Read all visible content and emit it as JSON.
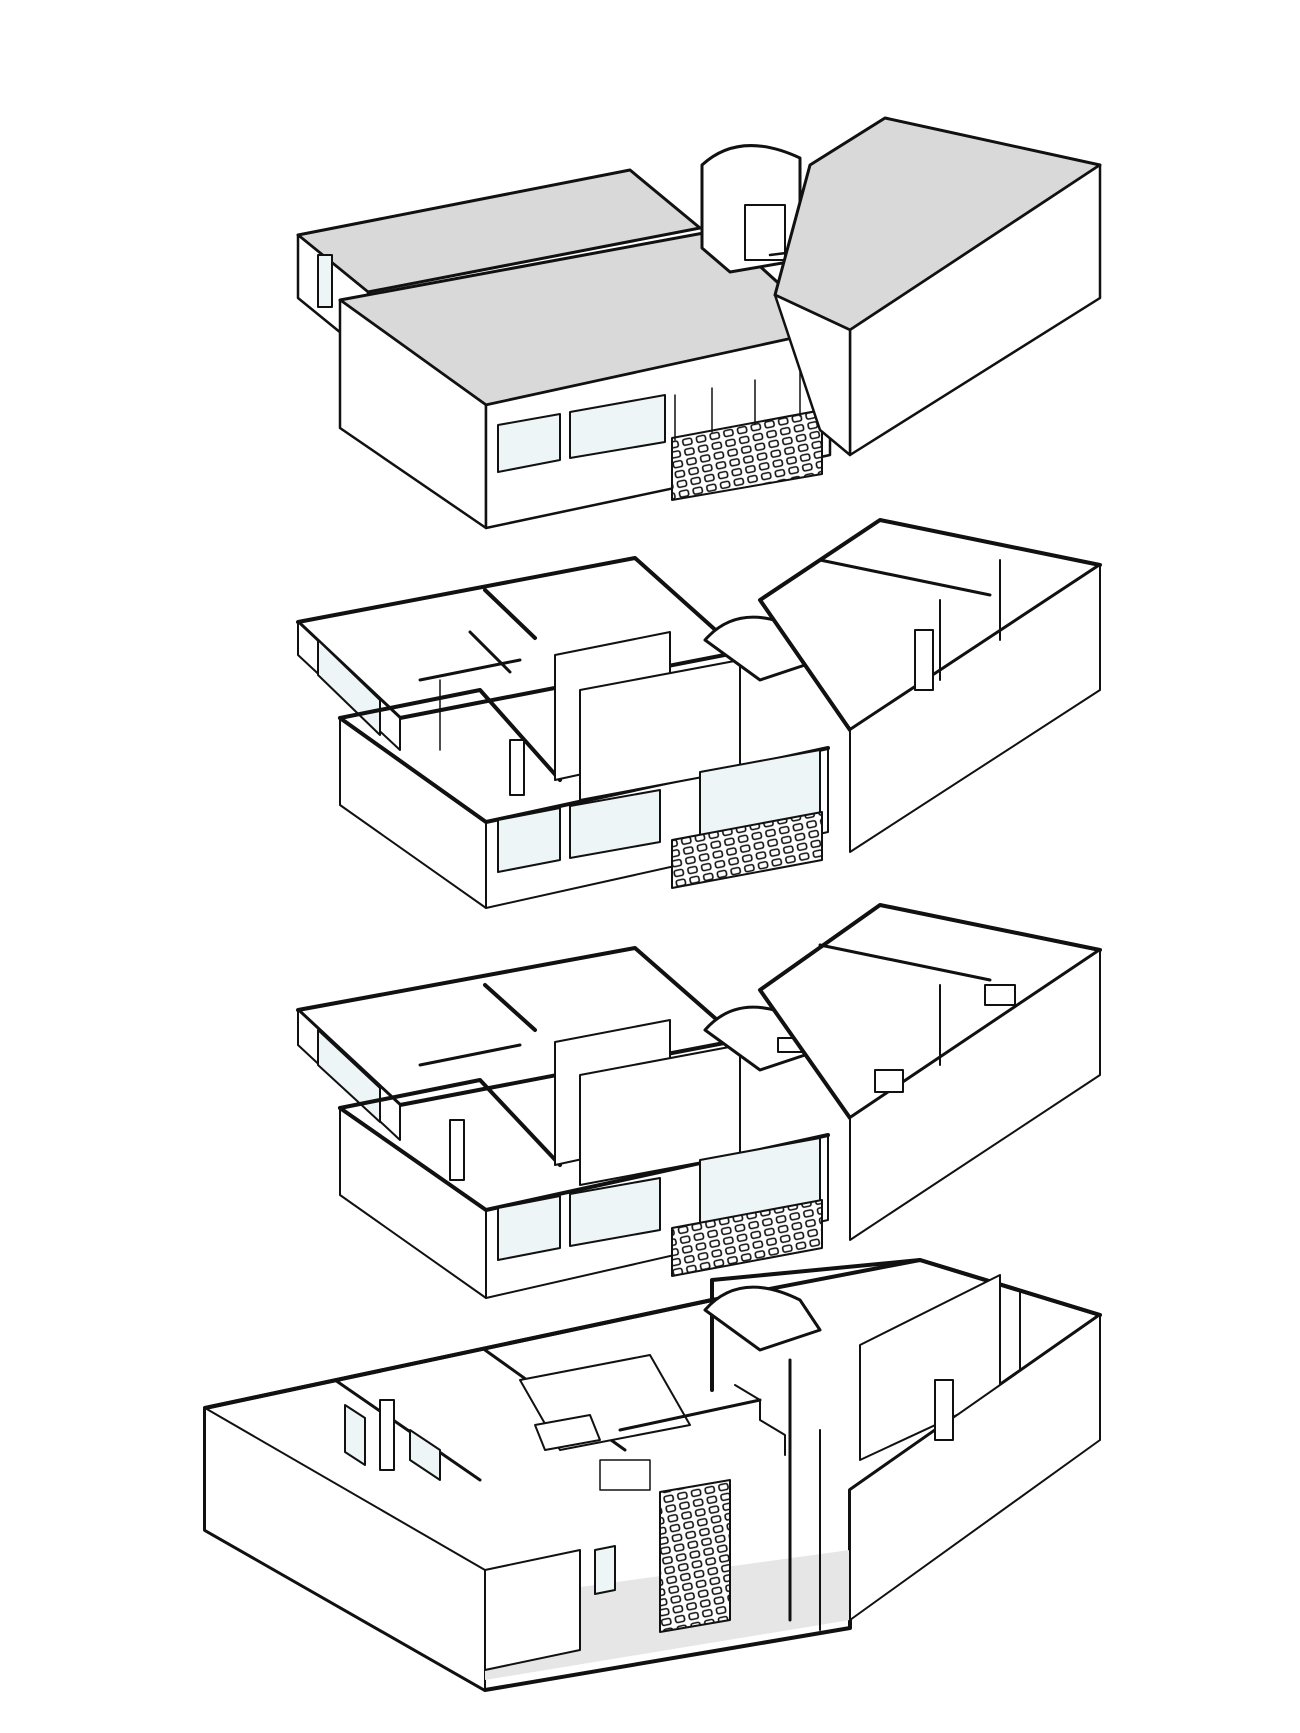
{
  "diagram": {
    "type": "exploded axonometric building drawing",
    "levels": [
      {
        "id": "roof",
        "kind": "roof"
      },
      {
        "id": "upper-floor",
        "kind": "floor"
      },
      {
        "id": "middle-floor",
        "kind": "floor"
      },
      {
        "id": "ground-floor",
        "kind": "floor"
      }
    ],
    "colors": {
      "line": "#111111",
      "roof_fill": "#d9d9d9",
      "wall_fill": "#ffffff",
      "glass_fill": "#eef5f6",
      "floor_fill": "#e6e6e6"
    }
  }
}
